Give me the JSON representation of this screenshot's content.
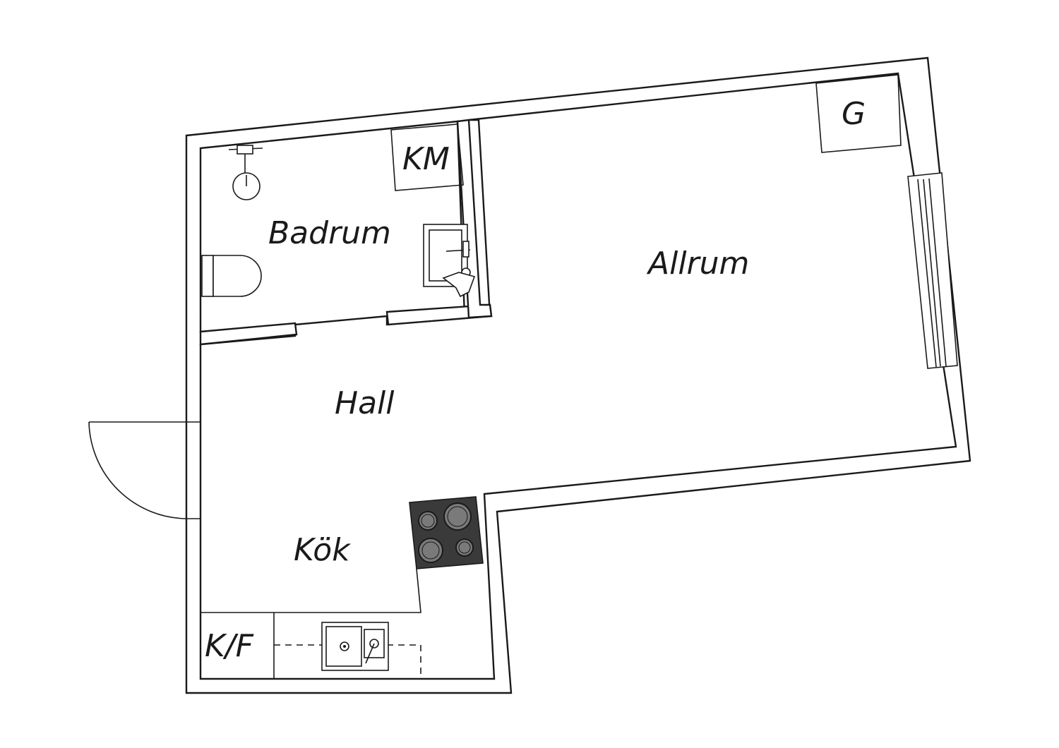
{
  "rooms": {
    "badrum": "Badrum",
    "allrum": "Allrum",
    "hall": "Hall",
    "kok": "Kök"
  },
  "fixtures": {
    "km": "KM",
    "g": "G",
    "kf": "K/F"
  },
  "colors": {
    "line": "#1a1a1a",
    "background": "#ffffff",
    "stove_top": "#3a3a3a",
    "burner": "#7a7a7a"
  }
}
